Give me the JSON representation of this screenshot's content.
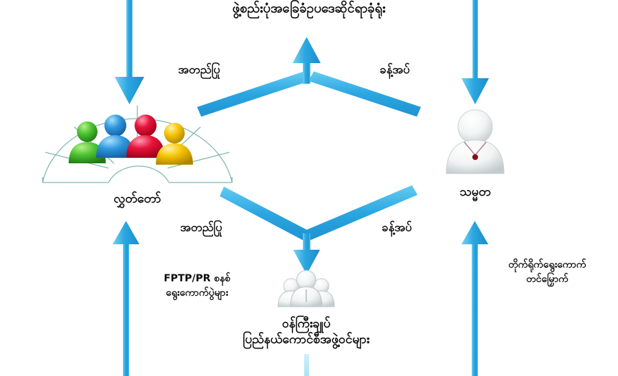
{
  "diagram": {
    "title": "ဖွဲ့စည်းပုံအခြေခံဥပဒေဆိုင်ရာခုံရုံး",
    "nodes": [
      {
        "id": "parliament",
        "label": "လွှတ်တော်",
        "icon": "parliament-hemicycle-icon"
      },
      {
        "id": "president",
        "label": "သမ္မတ",
        "icon": "president-person-icon"
      },
      {
        "id": "chief-minister",
        "label_line1": "ဝန်ကြီးချုပ်",
        "label_line2": "ပြည်နယ်ကောင်စီအဖွဲ့ဝင်များ",
        "icon": "people-group-icon"
      }
    ],
    "edges": [
      {
        "id": "upper-left",
        "label": "အတည်ပြု"
      },
      {
        "id": "upper-right",
        "label": "ခန့်အပ်"
      },
      {
        "id": "lower-left",
        "label": "အတည်ပြု"
      },
      {
        "id": "lower-right",
        "label": "ခန့်အပ်"
      }
    ],
    "side_labels": [
      {
        "id": "election-system",
        "line1": "FPTP/PR စနစ်",
        "line2": "ရွေးကောက်ပွဲများ"
      },
      {
        "id": "direct-election",
        "line1": "တိုက်ရိုက်ရွေးကောက်",
        "line2": "တင်မြှောက်"
      }
    ],
    "colors": {
      "arrow_blue": "#29a8e0",
      "arrow_blue_light": "#55c3ef",
      "arrow_blue_deep": "#1f94d2",
      "hemicycle_outline": "#7fb8b0",
      "member_green": "#3db52b",
      "member_blue": "#2b8fdb",
      "member_red": "#e8133b",
      "member_yellow": "#f2c700",
      "person_white": "#f0f2f2",
      "person_gray": "#b9c0c2",
      "gem_red": "#8a0d16",
      "text": "#0d0d0d"
    }
  }
}
